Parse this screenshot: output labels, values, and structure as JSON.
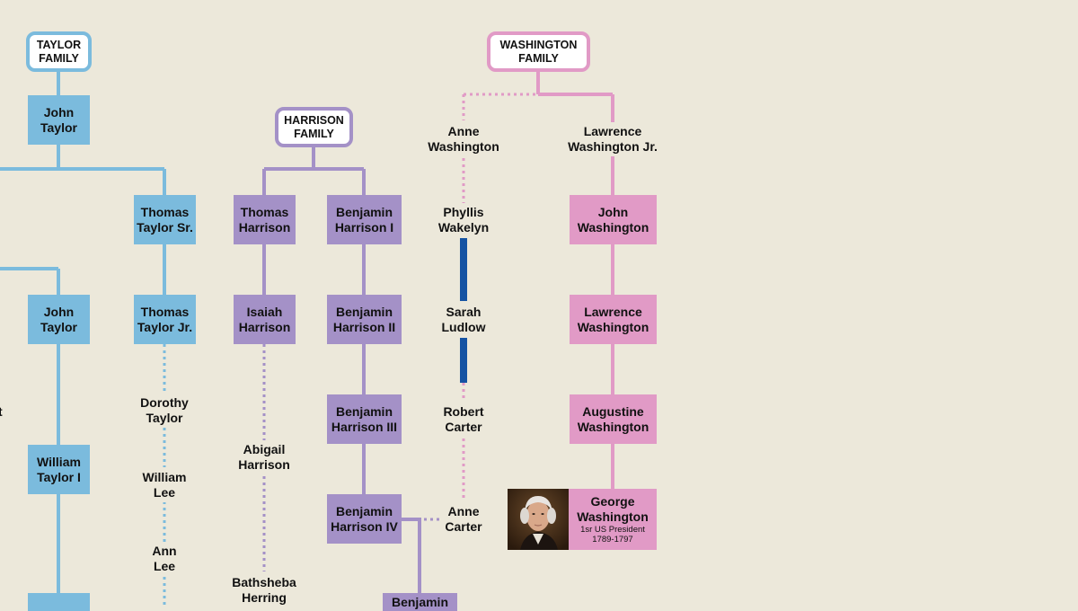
{
  "families": {
    "taylor": {
      "label": "TAYLOR\nFAMILY",
      "color": "#7BBBDD"
    },
    "harrison": {
      "label": "HARRISON\nFAMILY",
      "color": "#A491C7"
    },
    "washington": {
      "label": "WASHINGTON\nFAMILY",
      "color": "#E19AC6"
    }
  },
  "taylor": {
    "john_taylor_1": "John\nTaylor",
    "thomas_taylor_sr": "Thomas\nTaylor Sr.",
    "john_taylor_2": "John\nTaylor",
    "thomas_taylor_jr": "Thomas\nTaylor Jr.",
    "william_taylor_i": "William\nTaylor I",
    "dorothy_taylor": "Dorothy\nTaylor",
    "william_lee": "William\nLee",
    "ann_lee": "Ann\nLee",
    "partial_left": "t"
  },
  "harrison": {
    "thomas_harrison": "Thomas\nHarrison",
    "benjamin_harrison_i": "Benjamin\nHarrison I",
    "isaiah_harrison": "Isaiah\nHarrison",
    "benjamin_harrison_ii": "Benjamin\nHarrison II",
    "benjamin_harrison_iii": "Benjamin\nHarrison III",
    "abigail_harrison": "Abigail\nHarrison",
    "benjamin_harrison_iv": "Benjamin\nHarrison IV",
    "bathsheba_herring": "Bathsheba\nHerring",
    "benjamin_partial": "Benjamin"
  },
  "washington": {
    "anne_washington": "Anne\nWashington",
    "lawrence_washington_jr": "Lawrence\nWashington Jr.",
    "phyllis_wakelyn": "Phyllis\nWakelyn",
    "john_washington": "John\nWashington",
    "sarah_ludlow": "Sarah\nLudlow",
    "lawrence_washington": "Lawrence\nWashington",
    "robert_carter": "Robert\nCarter",
    "augustine_washington": "Augustine\nWashington",
    "anne_carter": "Anne\nCarter",
    "george_washington": {
      "name": "George\nWashington",
      "role": "1sr US President",
      "years": "1789-1797"
    }
  },
  "colors": {
    "background": "#ECE8DA",
    "taylor": "#7BBBDD",
    "harrison": "#A491C7",
    "washington": "#E19AC6",
    "marriage_bar": "#1553A3"
  }
}
